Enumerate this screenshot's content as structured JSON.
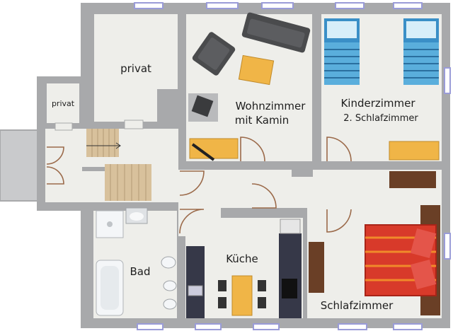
{
  "rooms": {
    "privat_large": "privat",
    "privat_small": "privat",
    "wohnzimmer_line1": "Wohnzimmer",
    "wohnzimmer_line2": "mit Kamin",
    "kinderzimmer_line1": "Kinderzimmer",
    "kinderzimmer_line2": "2. Schlafzimmer",
    "bad": "Bad",
    "kueche": "Küche",
    "schlafzimmer": "Schlafzimmer"
  },
  "colors": {
    "wall": "#a8a9ab",
    "floor": "#eeeeea",
    "outer": "#c9cacc",
    "window": "#9a9cd8",
    "door": "#9b6a4a",
    "wood": "#f0b547",
    "dark_wood": "#6a3f26",
    "stair": "#d8c19c",
    "sofa": "#4a4b4d",
    "bed_blue": "#3a8fc7",
    "bed_red": "#d83a2a"
  }
}
